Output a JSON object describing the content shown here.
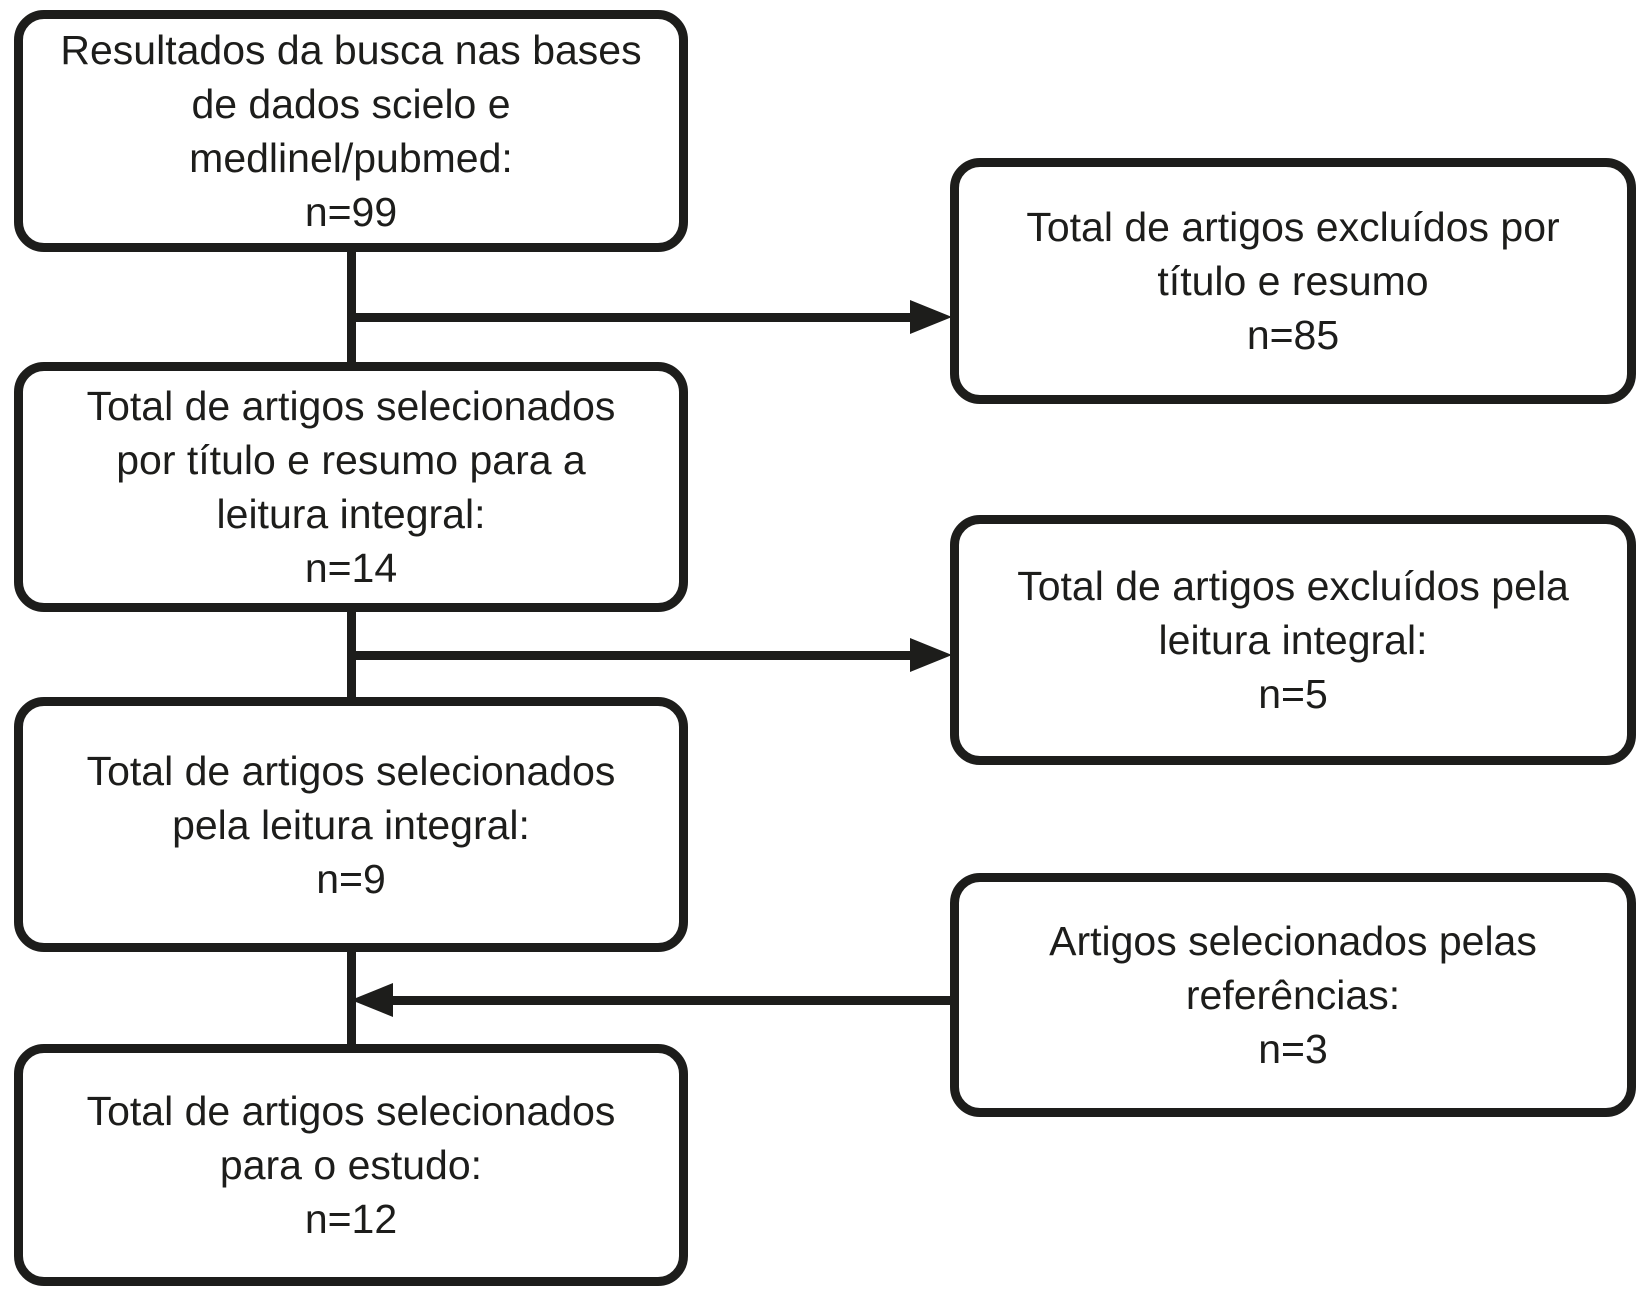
{
  "diagram": {
    "background_color": "#ffffff",
    "stroke_color": "#1d1d1b",
    "text_color": "#1d1d1b",
    "left_column": [
      {
        "name": "search-results",
        "lines": [
          "Resultados da busca nas bases",
          "de dados scielo e",
          "medlinel/pubmed:",
          "n=99"
        ]
      },
      {
        "name": "selected-by-title-abstract",
        "lines": [
          "Total de artigos selecionados",
          "por título e resumo para a",
          "leitura integral:",
          "n=14"
        ]
      },
      {
        "name": "selected-by-full-reading",
        "lines": [
          "Total de artigos selecionados",
          "pela leitura integral:",
          "n=9"
        ]
      },
      {
        "name": "selected-for-study",
        "lines": [
          "Total de artigos selecionados",
          "para o estudo:",
          "n=12"
        ]
      }
    ],
    "right_column": [
      {
        "name": "excluded-by-title-abstract",
        "lines": [
          "Total de artigos excluídos por",
          "título e resumo",
          "n=85"
        ]
      },
      {
        "name": "excluded-by-full-reading",
        "lines": [
          "Total de artigos excluídos pela",
          "leitura integral:",
          "n=5"
        ]
      },
      {
        "name": "selected-by-references",
        "lines": [
          "Artigos selecionados pelas",
          "referências:",
          "n=3"
        ]
      }
    ]
  }
}
